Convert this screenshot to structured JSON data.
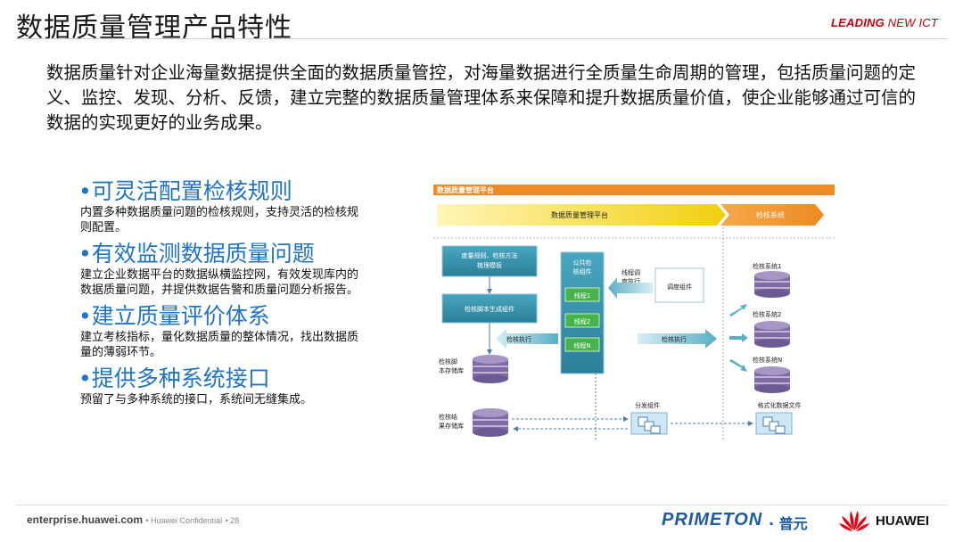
{
  "header": {
    "title": "数据质量管理产品特性",
    "brand_leading": "LEADING",
    "brand_rest": " NEW ICT"
  },
  "intro": "数据质量针对企业海量数据提供全面的数据质量管控，对海量数据进行全质量生命周期的管理，包括质量问题的定义、监控、发现、分析、反馈，建立完整的数据质量管理体系来保障和提升数据质量价值，使企业能够通过可信的数据的实现更好的业务成果。",
  "features": [
    {
      "heading": "•可灵活配置检核规则",
      "desc": "内置多种数据质量问题的检核规则，支持灵活的检核规则配置。"
    },
    {
      "heading": "•有效监测数据质量问题",
      "desc": "建立企业数据平台的数据纵横监控网，有效发现库内的数据质量问题，并提供数据告警和质量问题分析报告。"
    },
    {
      "heading": "•建立质量评价体系",
      "desc": "建立考核指标，量化数据质量的整体情况，找出数据质量的薄弱环节。"
    },
    {
      "heading": "•提供多种系统接口",
      "desc": "预留了与多种系统的接口，系统间无缝集成。"
    }
  ],
  "diagram": {
    "top_bar": "数据质量管理平台",
    "band_left": "数据质量管理平台",
    "band_right": "检核系统",
    "box_rules": [
      "度量规则、检核方法",
      "梳理模板"
    ],
    "box_script_gen": "检核脚本生成组件",
    "public_component": [
      "公共检",
      "核组件"
    ],
    "thread1": "线程1",
    "thread2": "线程2",
    "threadN": "线程N",
    "thread_sched": [
      "线程调",
      "度执行"
    ],
    "sched_component": "调度组件",
    "check_exec_left": "检核执行",
    "check_exec_right": "检核执行",
    "script_store": [
      "检核脚",
      "本存储库"
    ],
    "result_store": [
      "检核结",
      "果存储库"
    ],
    "sys1": "检核系统1",
    "sys2": "检核系统2",
    "sysN": "检核系统N",
    "distribute": "分发组件",
    "format_file": "格式化数据文件",
    "colors": {
      "orange": "#f08a24",
      "yellow": "#f3d21a",
      "teal": "#2f8ea8",
      "purple": "#7e6aa6"
    }
  },
  "footer": {
    "site": "enterprise.huawei.com",
    "confidential": "Huawei Confidential",
    "page": "28",
    "primeton": "PRIMETON",
    "primeton_cn": "· 普元",
    "huawei": "HUAWEI"
  }
}
